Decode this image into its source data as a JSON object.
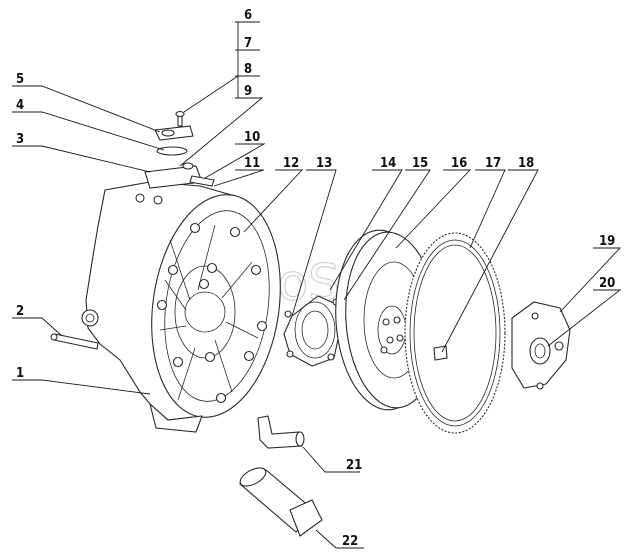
{
  "watermark": "AutoSoft",
  "callouts": [
    "1",
    "2",
    "3",
    "4",
    "5",
    "6",
    "7",
    "8",
    "9",
    "10",
    "11",
    "12",
    "13",
    "14",
    "15",
    "16",
    "17",
    "18",
    "19",
    "20",
    "21",
    "22"
  ],
  "colors": {
    "line": "#2a2a2a",
    "watermark": "#c9c9c9"
  }
}
